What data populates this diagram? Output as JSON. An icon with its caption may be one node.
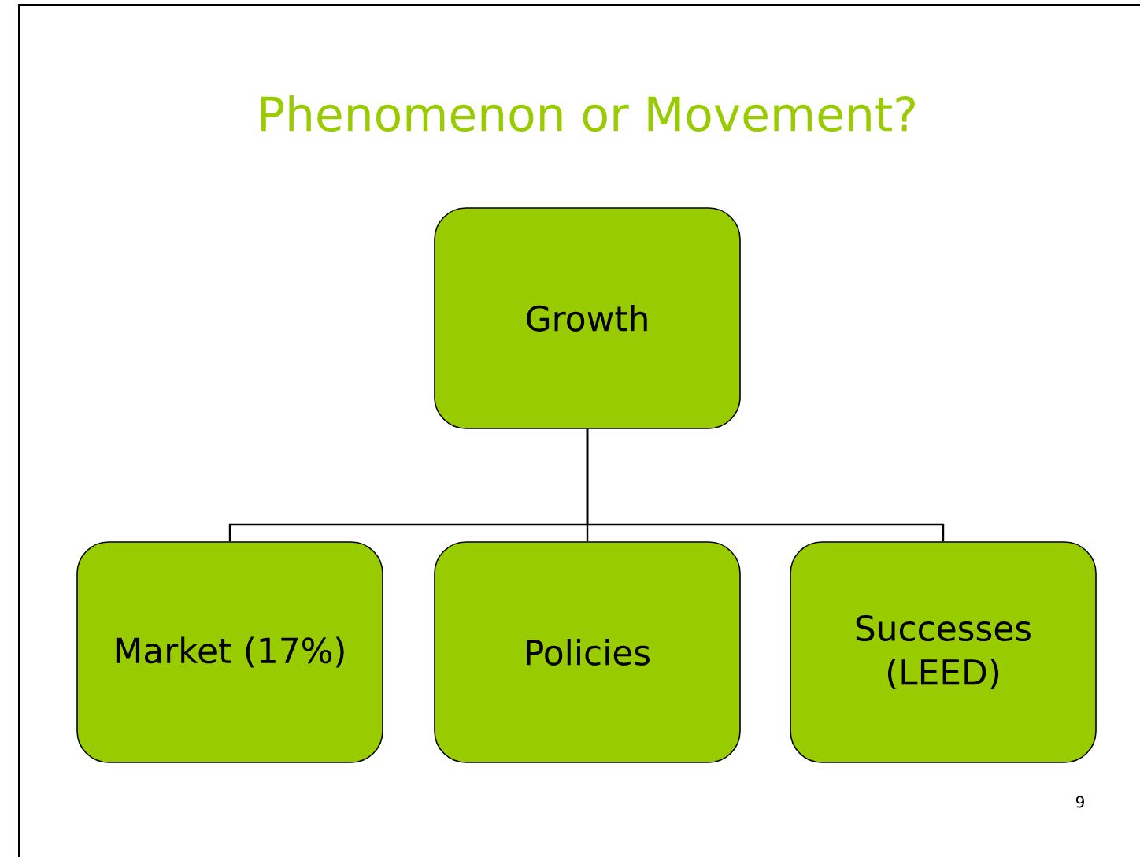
{
  "diagram": {
    "title": "Phenomenon or Movement?",
    "nodes": [
      {
        "text": [
          "Growth"
        ]
      },
      {
        "text": [
          "Market (17%)"
        ]
      },
      {
        "text": [
          "Policies"
        ]
      },
      {
        "text": [
          "Successes (LEED)"
        ]
      }
    ],
    "edges": [
      {
        "from": 0,
        "to": 1,
        "arrow": "none"
      },
      {
        "from": 0,
        "to": 2,
        "arrow": "none"
      },
      {
        "from": 0,
        "to": 3,
        "arrow": "none"
      }
    ],
    "labels": [
      "9"
    ]
  }
}
